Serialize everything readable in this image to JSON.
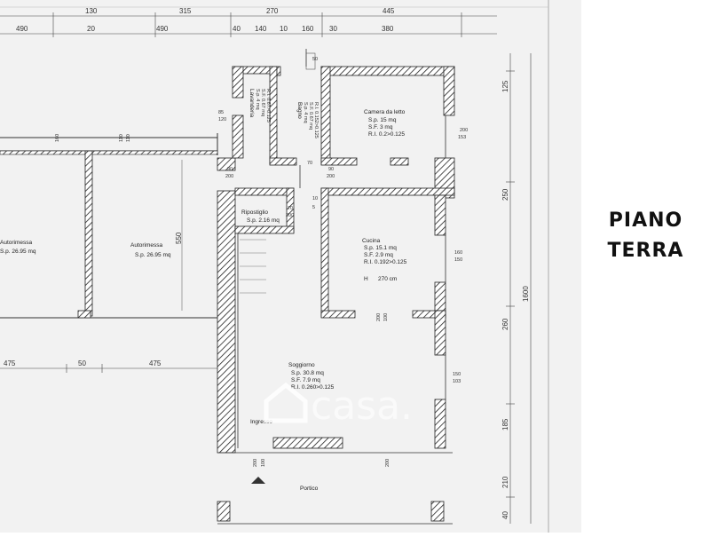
{
  "title": {
    "line1": "PIANO",
    "line2": "TERRA"
  },
  "watermark": "casa.",
  "top_dimensions_row1": [
    "130",
    "315",
    "270",
    "445"
  ],
  "top_dimensions_row2": [
    "490",
    "20",
    "490",
    "40",
    "140",
    "10",
    "160",
    "30",
    "380"
  ],
  "middle_dimensions": [
    "475",
    "50",
    "475"
  ],
  "right_dimensions": [
    "125",
    "250",
    "260",
    "1600",
    "185",
    "210",
    "40"
  ],
  "rooms": {
    "lavanderia": {
      "name": "Lavanderia",
      "sp": "S.p. 4 mq",
      "sf": "S.F. 0.67 mq",
      "ri": "R.I. 0.67>0.125"
    },
    "bagno": {
      "name": "Bagno",
      "sp": "S.p. 4 mq",
      "sf": "S.F. 0.67 mq",
      "ri": "R.I. 0.152>0.125"
    },
    "camera": {
      "name": "Camera da letto",
      "sp": "S.p. 15 mq",
      "sf": "S.F. 3 mq",
      "ri": "R.I. 0.2>0.125"
    },
    "ripostiglio": {
      "name": "Ripostiglio",
      "sp": "S.p. 2.16 mq"
    },
    "cucina": {
      "name": "Cucina",
      "sp": "S.p. 15.1 mq",
      "sf": "S.F. 2.9 mq",
      "ri": "R.I. 0.192>0.125",
      "h": "H",
      "hval": "270 cm"
    },
    "autorimessa_left": {
      "name": "Autorimessa",
      "sp": "S.p. 26.95 mq"
    },
    "autorimessa": {
      "name": "Autorimessa",
      "sp": "S.p. 26.95 mq"
    },
    "soggiorno": {
      "name": "Soggiorno",
      "sp": "S.p. 30.8 mq",
      "sf": "S.F. 7.9 mq",
      "ri": "R.I. 0.260>0.125"
    },
    "ingresso": {
      "name": "Ingresso"
    },
    "portico": {
      "name": "Portico"
    }
  },
  "misc_labels": {
    "h550": "550",
    "d85": "85",
    "d110_a": "110",
    "d110_b": "110",
    "d120": "120",
    "d160": "160",
    "d90_a": "90",
    "d200_a": "200",
    "d90_b": "90",
    "d200_b": "200",
    "d70": "70",
    "d200_c": "200",
    "d200_d": "200",
    "d153": "153",
    "d160_b": "160",
    "d150": "150",
    "d150_b": "150",
    "d103": "103",
    "d200_e": "200",
    "d100": "100",
    "d200_f": "200",
    "d100_b": "100",
    "d200_g": "200",
    "d10": "10",
    "d5": "5",
    "d50": "50",
    "d70_b": "70"
  }
}
